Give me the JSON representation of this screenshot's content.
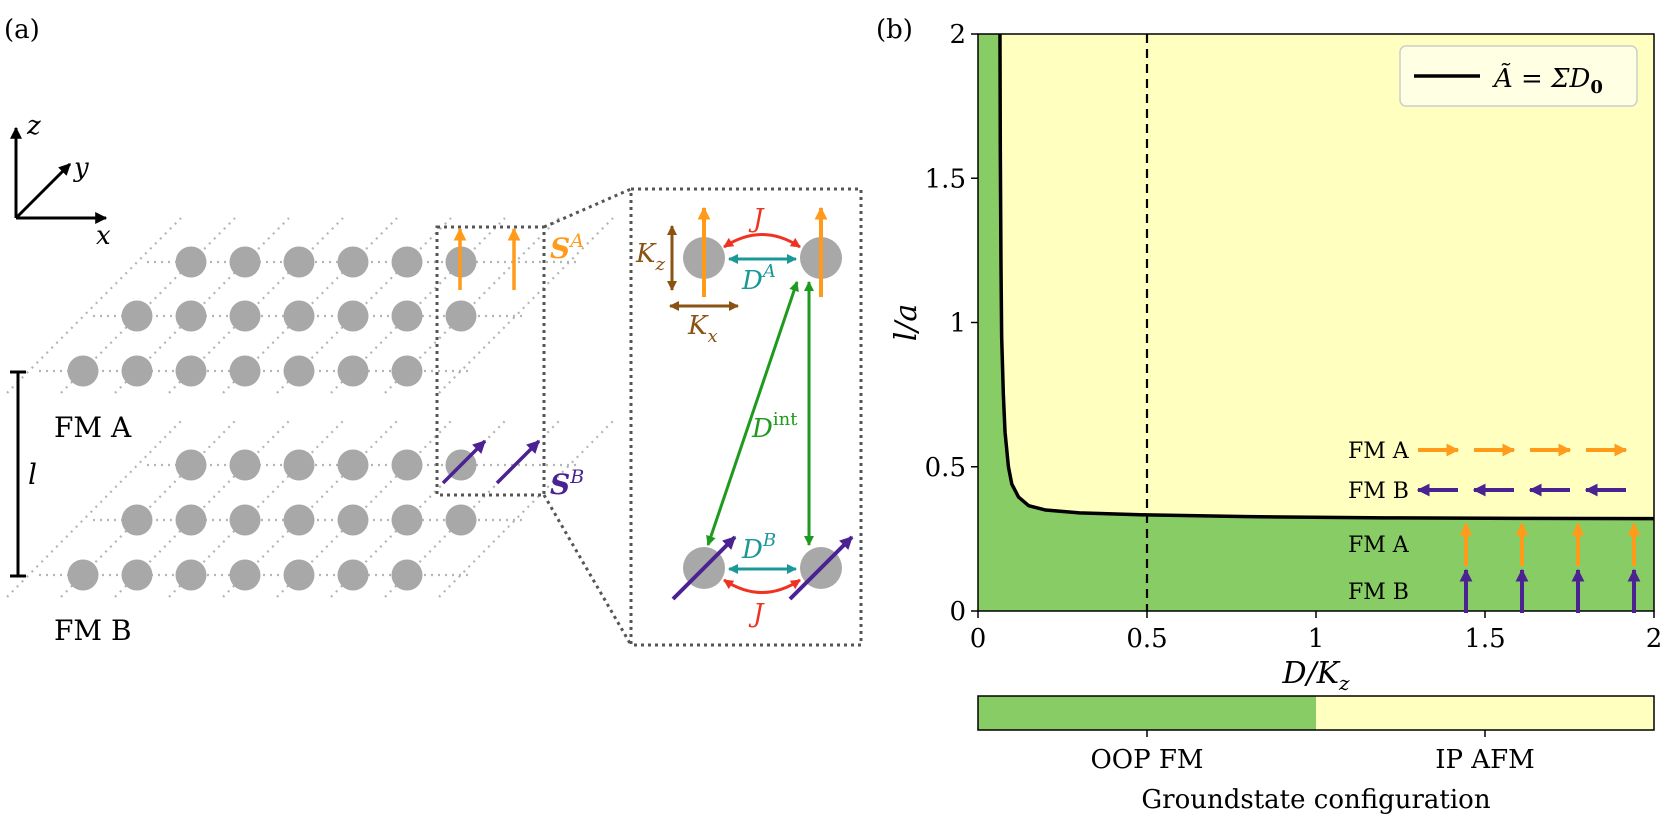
{
  "panels": {
    "a_label": "(a)",
    "b_label": "(b)"
  },
  "axes_triad": {
    "x": "x",
    "y": "y",
    "z": "z"
  },
  "lattice": {
    "top_label": "FM A",
    "bottom_label": "FM B",
    "separation_label": "l",
    "spin_a_main": "S",
    "spin_a_sup": "A",
    "spin_b_main": "S",
    "spin_b_sup": "B"
  },
  "inset": {
    "J_top": "J",
    "J_bottom": "J",
    "Kz_main": "K",
    "Kz_sub": "z",
    "Kx_main": "K",
    "Kx_sub": "x",
    "DA_main": "D",
    "DA_sup": "A",
    "DB_main": "D",
    "DB_sup": "B",
    "Dint_main": "D",
    "Dint_sup": "int"
  },
  "colors": {
    "oop_fm": "#88cc66",
    "ip_afm": "#ffffc0",
    "spin_a": "#ff9a1a",
    "spin_b": "#4b2291",
    "atom": "#a8a8a8",
    "anisotropy": "#8b5313",
    "exchange": "#ee3322",
    "dmi": "#1a9898",
    "dint": "#1e9a1e"
  },
  "chart_data": {
    "type": "area",
    "xlabel": "D/K",
    "xlabel_sub": "z",
    "ylabel": "l/a",
    "xlim": [
      0,
      2
    ],
    "ylim": [
      0,
      2
    ],
    "xticks": [
      "0",
      "0.5",
      "1",
      "1.5",
      "2"
    ],
    "yticks": [
      "0",
      "0.5",
      "1",
      "1.5",
      "2"
    ],
    "vline_x": 0.5,
    "legend": {
      "label": "Ã = ΣD",
      "label_sub": "0",
      "placement": "top-right"
    },
    "boundary": {
      "x": [
        0.065,
        0.066,
        0.068,
        0.07,
        0.075,
        0.08,
        0.09,
        0.1,
        0.12,
        0.15,
        0.2,
        0.3,
        0.5,
        0.8,
        1.2,
        1.6,
        2.0
      ],
      "y": [
        2.0,
        1.6,
        1.2,
        0.95,
        0.75,
        0.62,
        0.5,
        0.44,
        0.395,
        0.365,
        0.35,
        0.34,
        0.333,
        0.327,
        0.323,
        0.321,
        0.32
      ]
    },
    "regions": [
      {
        "name": "OOP FM",
        "color": "#88cc66",
        "placement": "below-left of curve"
      },
      {
        "name": "IP AFM",
        "color": "#ffffc0",
        "placement": "above-right of curve"
      }
    ],
    "state_labels": {
      "ip_a": "FM A",
      "ip_b": "FM B",
      "oop_a": "FM A",
      "oop_b": "FM B"
    },
    "colorbar": {
      "split_fraction": 0.5,
      "labels": [
        "OOP FM",
        "IP AFM"
      ],
      "title": "Groundstate configuration"
    }
  }
}
